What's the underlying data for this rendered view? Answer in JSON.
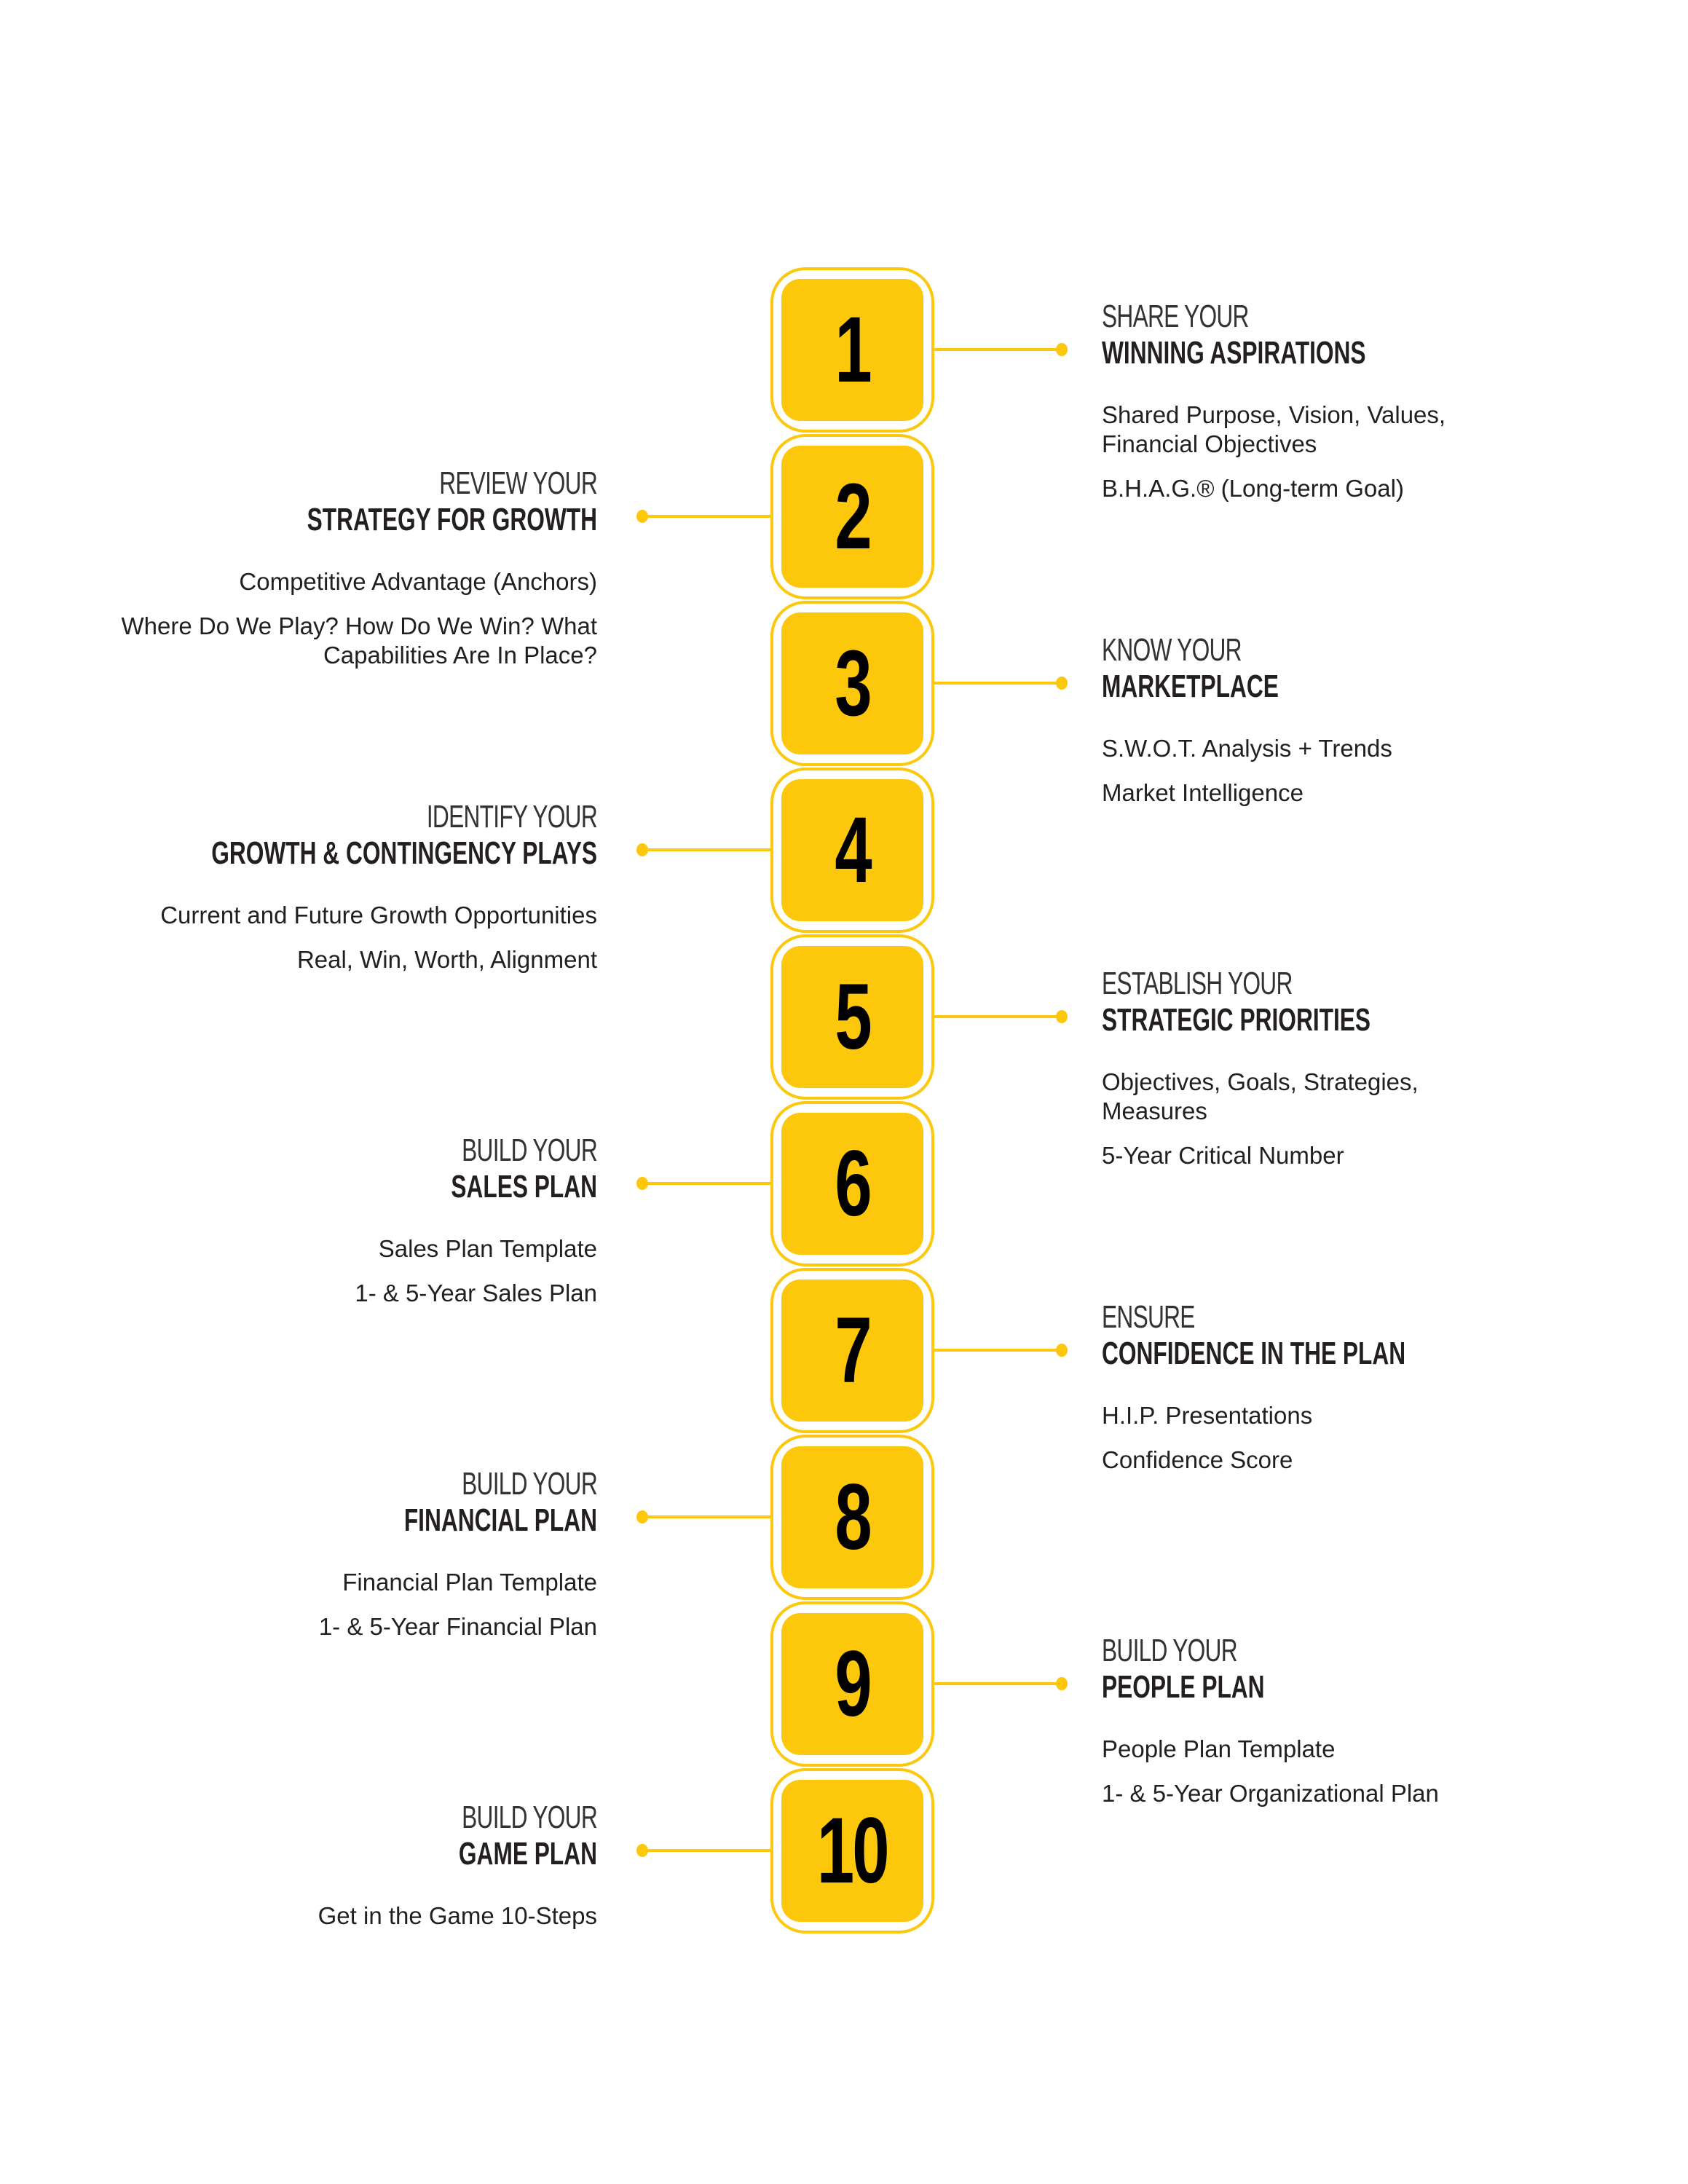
{
  "colors": {
    "accent": "#fdc70c",
    "text": "#231f20"
  },
  "steps": [
    {
      "number": "1",
      "side": "right",
      "pre": "SHARE YOUR",
      "title": "WINNING ASPIRATIONS",
      "items": [
        "Shared Purpose, Vision, Values,\nFinancial Objectives",
        "B.H.A.G.® (Long-term Goal)"
      ]
    },
    {
      "number": "2",
      "side": "left",
      "pre": "REVIEW YOUR",
      "title": "STRATEGY FOR GROWTH",
      "items": [
        "Competitive Advantage (Anchors)",
        "Where Do We Play? How Do We Win? What\nCapabilities Are In Place?"
      ]
    },
    {
      "number": "3",
      "side": "right",
      "pre": "KNOW YOUR",
      "title": "MARKETPLACE",
      "items": [
        "S.W.O.T. Analysis + Trends",
        "Market Intelligence"
      ]
    },
    {
      "number": "4",
      "side": "left",
      "pre": "IDENTIFY YOUR",
      "title": "GROWTH & CONTINGENCY PLAYS",
      "items": [
        "Current and Future Growth Opportunities",
        "Real, Win, Worth, Alignment"
      ]
    },
    {
      "number": "5",
      "side": "right",
      "pre": "ESTABLISH YOUR",
      "title": "STRATEGIC PRIORITIES",
      "items": [
        "Objectives, Goals, Strategies,\nMeasures",
        "5-Year Critical Number"
      ]
    },
    {
      "number": "6",
      "side": "left",
      "pre": "BUILD YOUR",
      "title": "SALES PLAN",
      "items": [
        "Sales Plan Template",
        "1- & 5-Year Sales Plan"
      ]
    },
    {
      "number": "7",
      "side": "right",
      "pre": "ENSURE",
      "title": "CONFIDENCE IN THE PLAN",
      "items": [
        "H.I.P. Presentations",
        "Confidence Score"
      ]
    },
    {
      "number": "8",
      "side": "left",
      "pre": "BUILD YOUR",
      "title": "FINANCIAL PLAN",
      "items": [
        "Financial Plan Template",
        "1- & 5-Year Financial Plan"
      ]
    },
    {
      "number": "9",
      "side": "right",
      "pre": "BUILD YOUR",
      "title": "PEOPLE PLAN",
      "items": [
        "People Plan Template",
        "1- & 5-Year Organizational Plan"
      ]
    },
    {
      "number": "10",
      "side": "left",
      "pre": "BUILD YOUR",
      "title": "GAME PLAN",
      "items": [
        "Get in the Game 10-Steps"
      ]
    }
  ]
}
